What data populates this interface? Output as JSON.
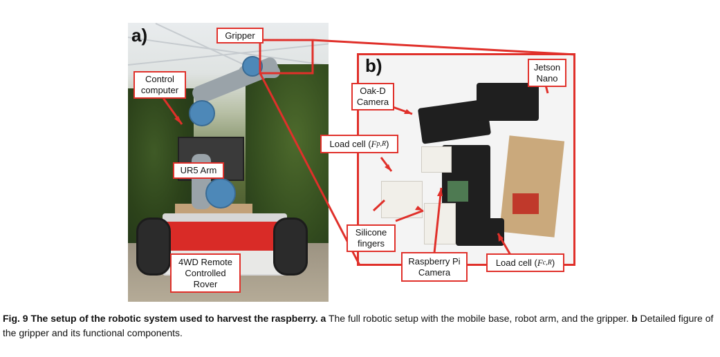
{
  "panel_a": {
    "letter": "a)",
    "labels": {
      "gripper": "Gripper",
      "control_computer": "Control\ncomputer",
      "ur5_arm": "UR5 Arm",
      "rover": "4WD Remote\nControlled\nRover"
    }
  },
  "panel_b": {
    "letter": "b)",
    "labels": {
      "jetson_nano": "Jetson\nNano",
      "oak_d_camera": "Oak-D\nCamera",
      "load_cell_p": "Load cell (",
      "load_cell_p_sym": "F",
      "load_cell_p_sub": "p,R",
      "load_cell_c": "Load cell (",
      "load_cell_c_sym": "F",
      "load_cell_c_sub": "c,R",
      "silicone_fingers": "Silicone\nfingers",
      "raspberry_pi_camera": "Raspberry Pi\nCamera"
    }
  },
  "caption": {
    "figure_label": "Fig. 9 The setup of the robotic system used to harvest the raspberry.",
    "part_a_letter": "a",
    "part_a_text": "The full robotic setup with the mobile base, robot arm, and the gripper.",
    "part_b_letter": "b",
    "part_b_text": "Detailed figure of the gripper and its functional components."
  },
  "colors": {
    "accent_red": "#e0302a"
  }
}
